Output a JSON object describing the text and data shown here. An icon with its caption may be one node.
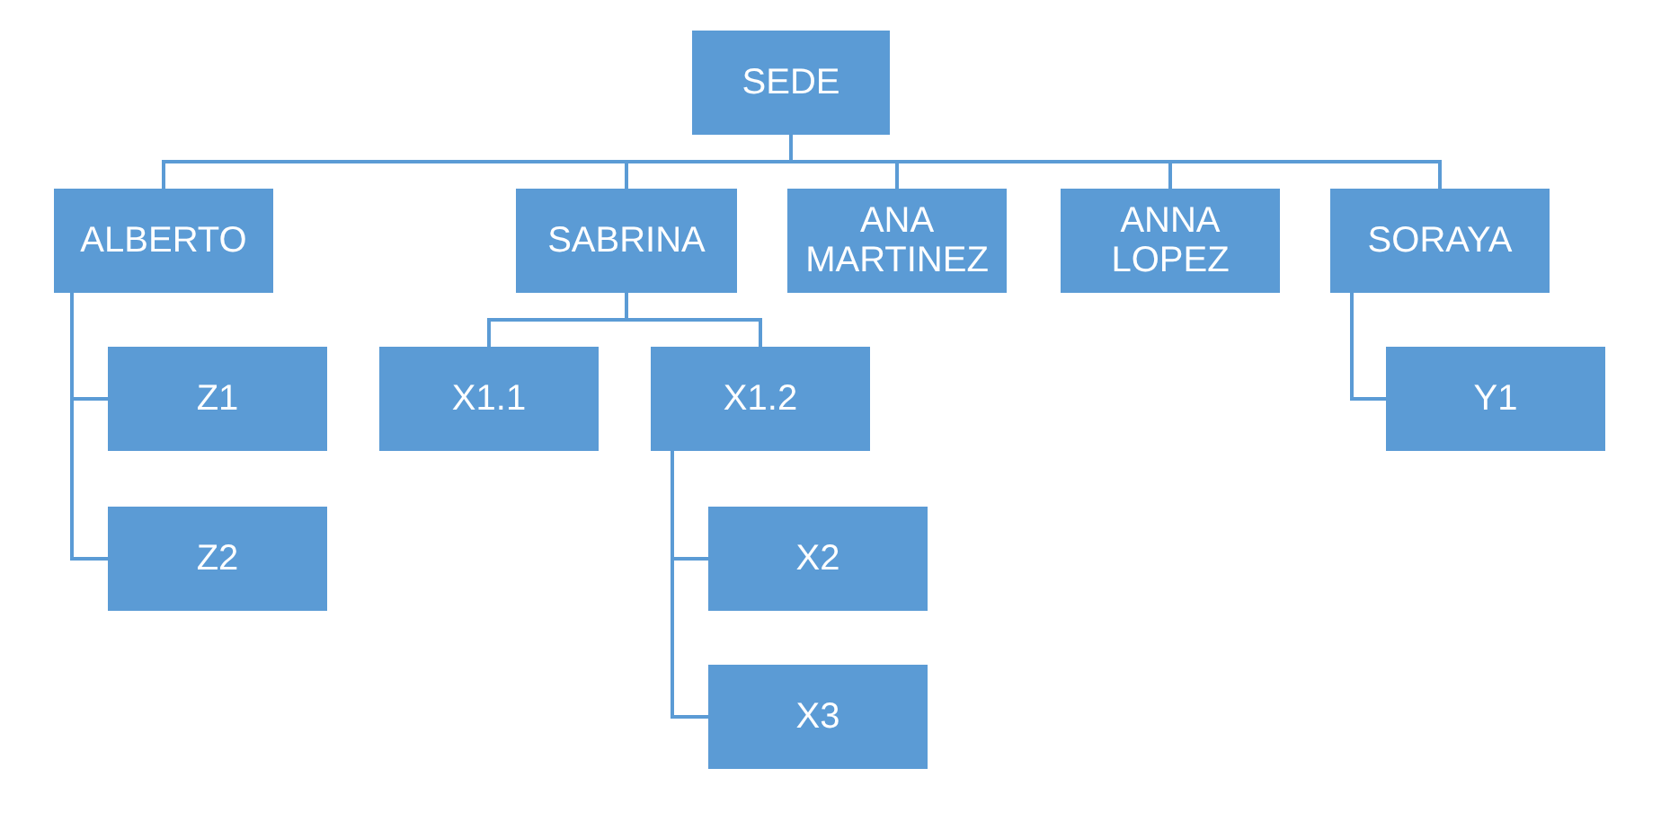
{
  "diagram": {
    "nodes": [
      {
        "text": [
          "SEDE"
        ]
      },
      {
        "text": [
          "ALBERTO"
        ]
      },
      {
        "text": [
          "SABRINA"
        ]
      },
      {
        "text": [
          "ANA MARTINEZ"
        ]
      },
      {
        "text": [
          "ANNA LOPEZ"
        ]
      },
      {
        "text": [
          "SORAYA"
        ]
      },
      {
        "text": [
          "Z1"
        ]
      },
      {
        "text": [
          "Z2"
        ]
      },
      {
        "text": [
          "X1.1"
        ]
      },
      {
        "text": [
          "X1.2"
        ]
      },
      {
        "text": [
          "X2"
        ]
      },
      {
        "text": [
          "X3"
        ]
      },
      {
        "text": [
          "Y1"
        ]
      }
    ],
    "edges": [
      {
        "from": 0,
        "to": 1,
        "arrow": "none"
      },
      {
        "from": 0,
        "to": 2,
        "arrow": "none"
      },
      {
        "from": 0,
        "to": 3,
        "arrow": "none"
      },
      {
        "from": 0,
        "to": 4,
        "arrow": "none"
      },
      {
        "from": 0,
        "to": 5,
        "arrow": "none"
      },
      {
        "from": 1,
        "to": 6,
        "arrow": "none"
      },
      {
        "from": 1,
        "to": 7,
        "arrow": "none"
      },
      {
        "from": 2,
        "to": 8,
        "arrow": "none"
      },
      {
        "from": 2,
        "to": 9,
        "arrow": "none"
      },
      {
        "from": 9,
        "to": 10,
        "arrow": "none"
      },
      {
        "from": 9,
        "to": 11,
        "arrow": "none"
      },
      {
        "from": 5,
        "to": 12,
        "arrow": "none"
      }
    ]
  }
}
